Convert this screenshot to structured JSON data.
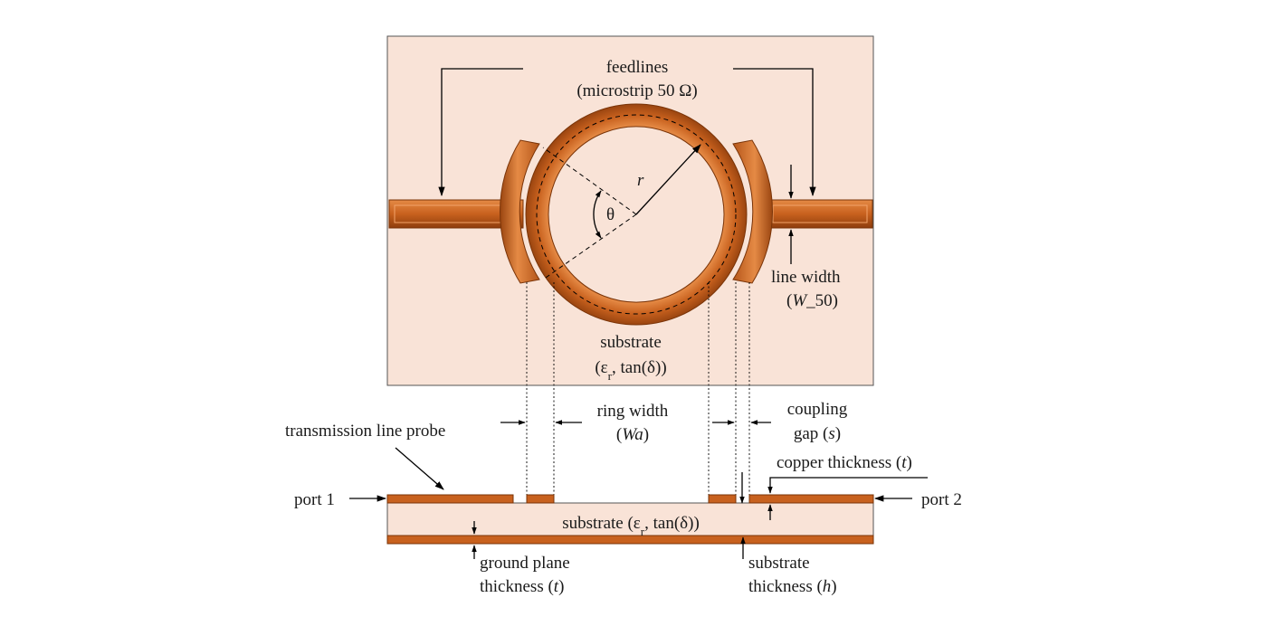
{
  "colors": {
    "substrate": "#f9e3d7",
    "copper": "#c8611e",
    "copper_light": "#e58a45",
    "copper_dark": "#8e3d0d",
    "line": "#000000"
  },
  "top_view": {
    "feedlines_label_1": "feedlines",
    "feedlines_label_2": "(microstrip 50 Ω)",
    "radius_label": "r",
    "angle_label": "θ",
    "line_width_label_1": "line width",
    "line_width_label_2_prefix": "(",
    "line_width_label_2_italic": "W",
    "line_width_label_2_suffix": "_50)",
    "substrate_label_1": "substrate",
    "substrate_label_2_a": "(ε",
    "substrate_label_2_sub": "r",
    "substrate_label_2_b": ", tan(δ))"
  },
  "dimension_labels": {
    "ring_width_1": "ring width",
    "ring_width_2_a": "(",
    "ring_width_2_italic": "Wa",
    "ring_width_2_b": ")",
    "coupling_gap_1": "coupling",
    "coupling_gap_2_a": "gap (",
    "coupling_gap_2_italic": "s",
    "coupling_gap_2_b": ")",
    "transmission_line_probe": "transmission line probe"
  },
  "side_view": {
    "copper_thickness_a": "copper thickness (",
    "copper_thickness_italic": "t",
    "copper_thickness_b": ")",
    "port_1": "port 1",
    "port_2": "port 2",
    "substrate_a": "substrate (ε",
    "substrate_sub": "r",
    "substrate_b": ", tan(δ))",
    "ground_plane_1": "ground plane",
    "ground_plane_2_a": "thickness (",
    "ground_plane_2_italic": "t",
    "ground_plane_2_b": ")",
    "substrate_thickness_1": "substrate",
    "substrate_thickness_2_a": "thickness (",
    "substrate_thickness_2_italic": "h",
    "substrate_thickness_2_b": ")"
  }
}
